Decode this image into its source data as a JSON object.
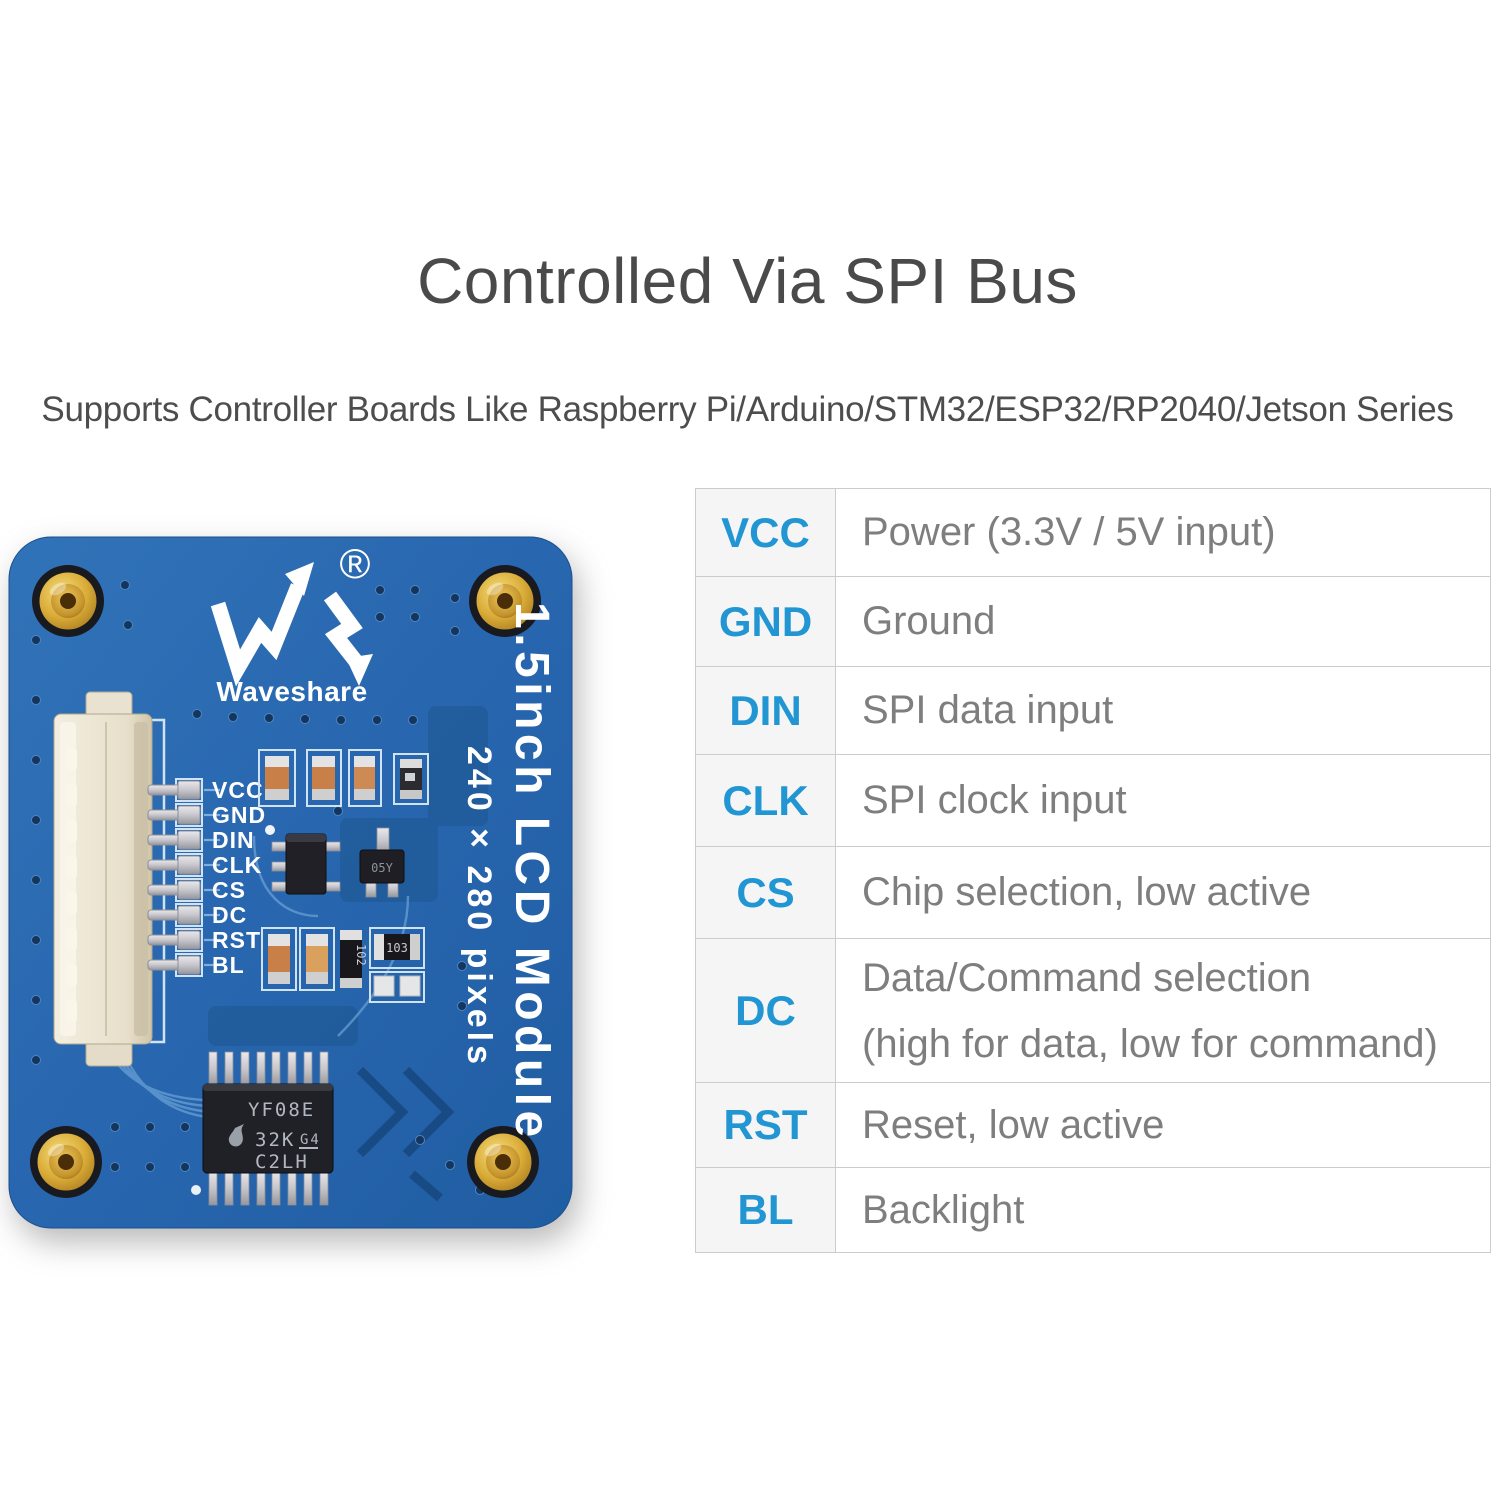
{
  "header": {
    "title": "Controlled Via SPI Bus",
    "subtitle": "Supports Controller Boards Like Raspberry Pi/Arduino/STM32/ESP32/RP2040/Jetson Series"
  },
  "pin_table": {
    "accent_color": "#2196d3",
    "desc_color": "#7e7e7e",
    "rows": [
      {
        "pin": "VCC",
        "desc": "Power (3.3V / 5V input)"
      },
      {
        "pin": "GND",
        "desc": "Ground"
      },
      {
        "pin": "DIN",
        "desc": "SPI data input"
      },
      {
        "pin": "CLK",
        "desc": "SPI clock input"
      },
      {
        "pin": "CS",
        "desc": "Chip selection, low active"
      },
      {
        "pin": "DC",
        "desc": "Data/Command selection",
        "desc2": "(high for data, low for command)"
      },
      {
        "pin": "RST",
        "desc": "Reset, low active"
      },
      {
        "pin": "BL",
        "desc": "Backlight"
      }
    ]
  },
  "board": {
    "pcb_color": "#2866af",
    "brand": "Waveshare",
    "reg_mark": "®",
    "side_text_primary": "1.5inch LCD Module",
    "side_text_secondary": "240 × 280 pixels",
    "pin_labels": [
      "VCC",
      "GND",
      "DIN",
      "CLK",
      "CS",
      "DC",
      "RST",
      "BL"
    ],
    "main_ic": {
      "line1": "YF08E",
      "line2": "32K",
      "line2_suffix": "G4",
      "line3": "C2LH"
    },
    "sot23_marking": "05Y",
    "resistor_marking_vertical": "102",
    "resistor_marking_horizontal": "103"
  }
}
